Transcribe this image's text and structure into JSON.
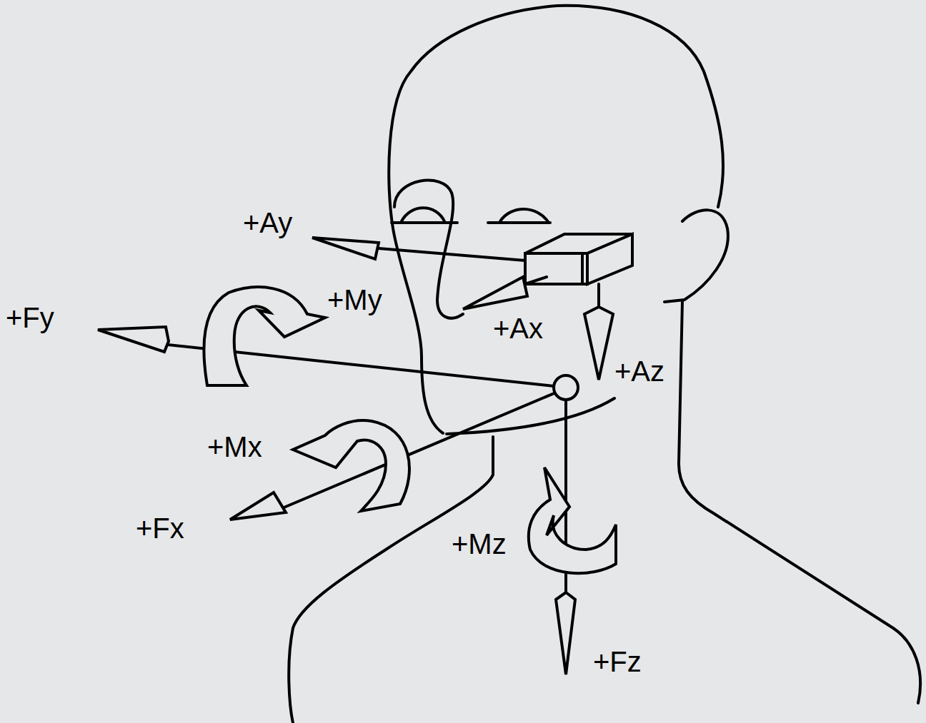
{
  "diagram": {
    "labels": [
      "+Ay",
      "+Ax",
      "+Az",
      "+Fy",
      "+My",
      "+Mx",
      "+Fx",
      "+Mz",
      "+Fz"
    ]
  }
}
